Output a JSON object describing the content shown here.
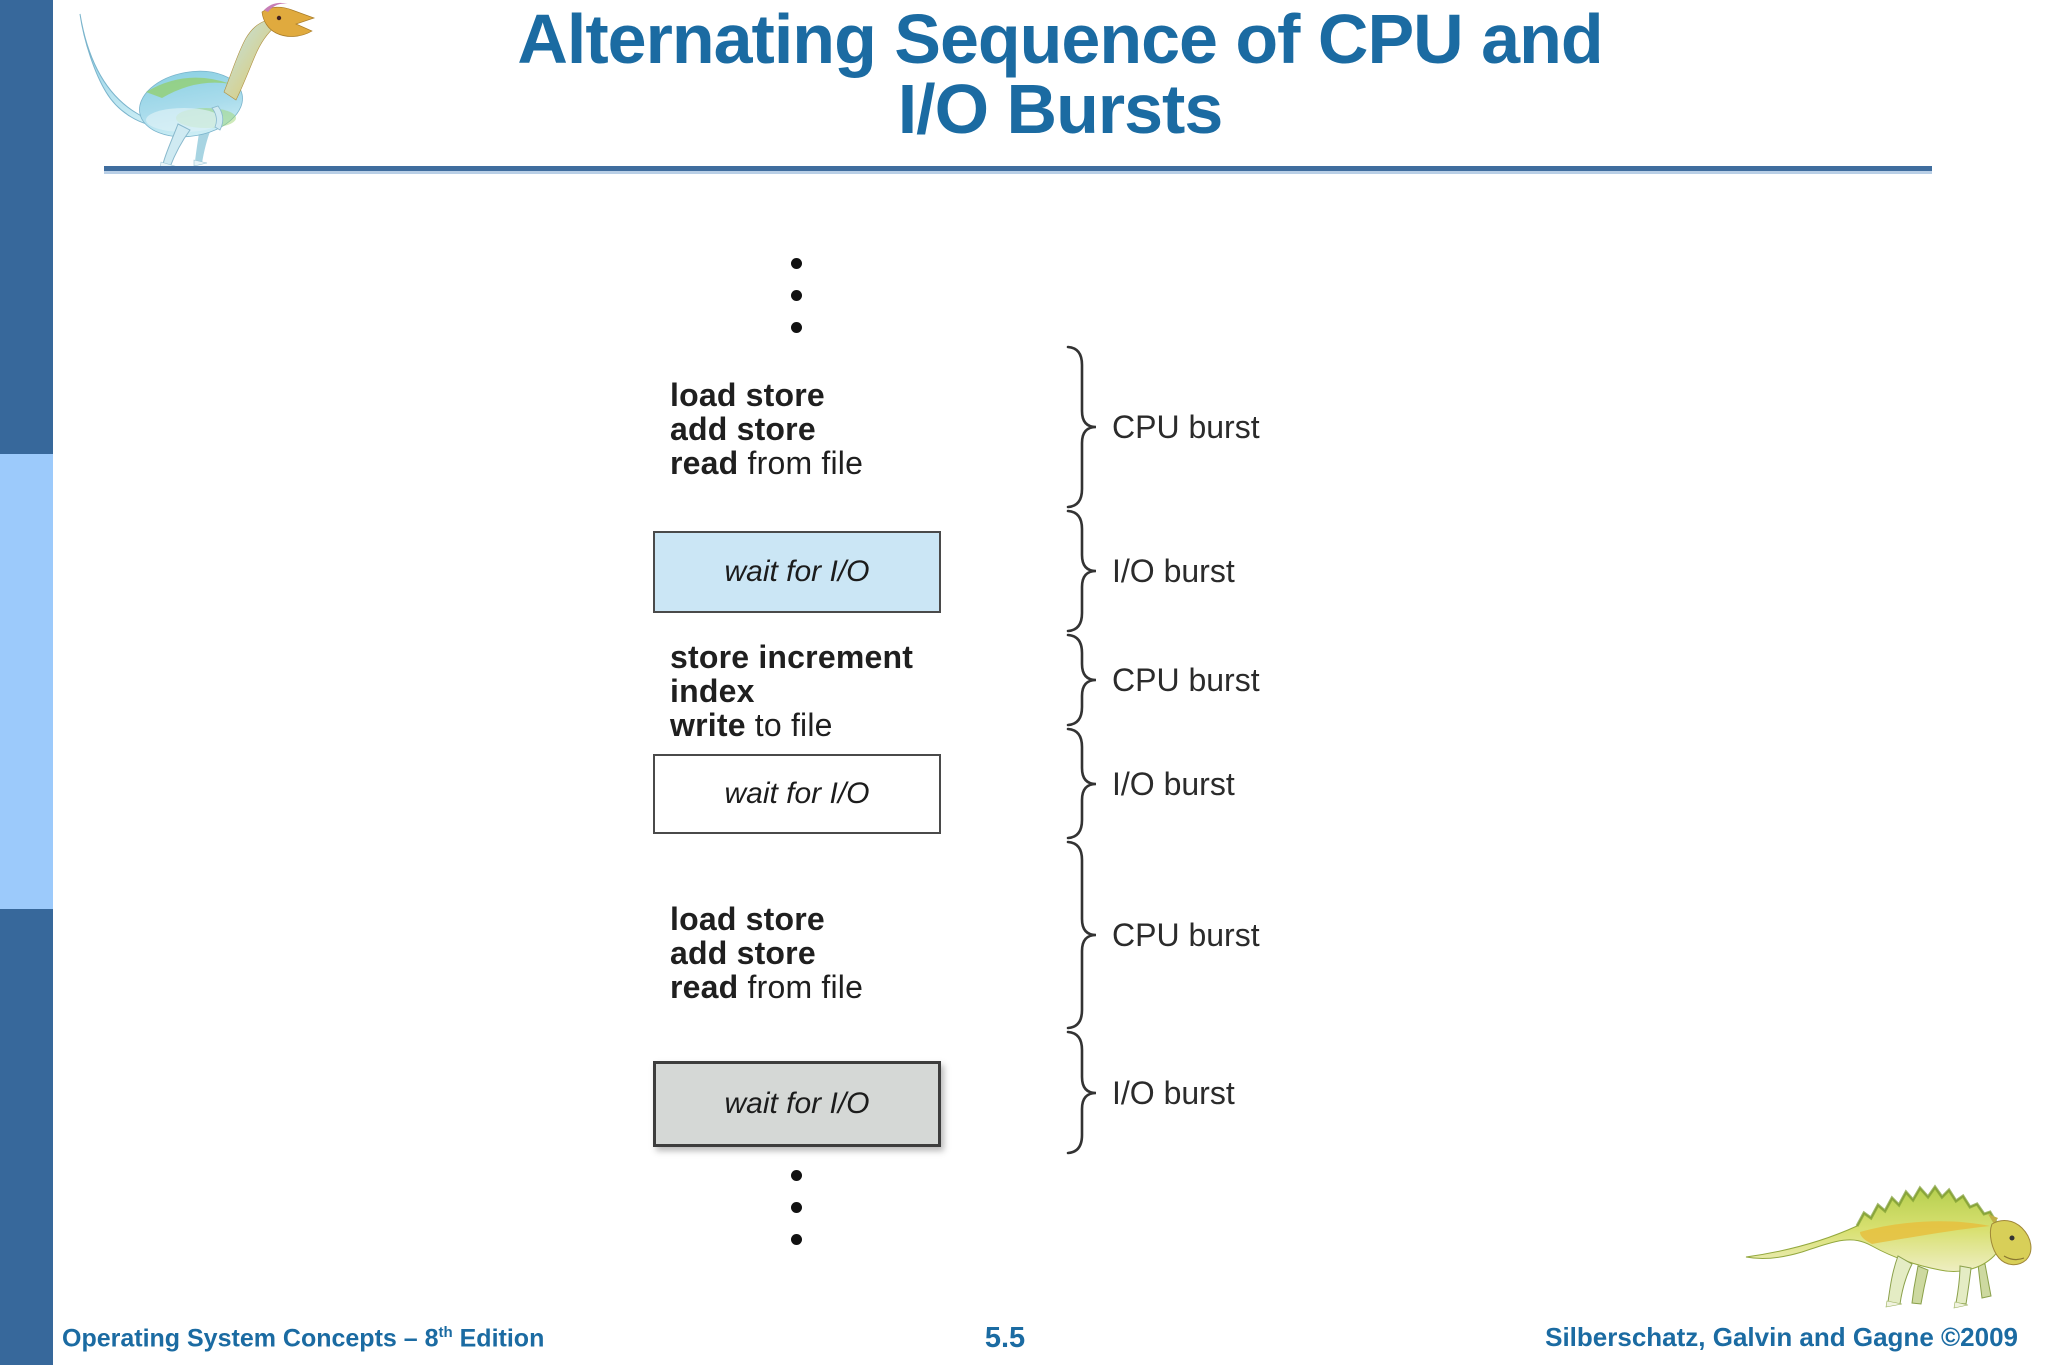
{
  "slide": {
    "title_line1": "Alternating Sequence of CPU and",
    "title_line2": "I/O Bursts",
    "footer": {
      "book": "Operating System Concepts – 8",
      "edition_sup": "th",
      "edition_rest": " Edition",
      "page": "5.5",
      "authors": "Silberschatz, Galvin and Gagne ©2009"
    }
  },
  "diagram": {
    "code_blocks": [
      {
        "l1": "load store",
        "l2": "add store",
        "l3_bold": "read",
        "l3_rest": " from file"
      },
      {
        "l1": "store increment",
        "l2": "index",
        "l3_bold": "write",
        "l3_rest": " to file"
      },
      {
        "l1": "load store",
        "l2": "add store",
        "l3_bold": "read",
        "l3_rest": " from file"
      }
    ],
    "wait_boxes": [
      {
        "label": "wait for I/O",
        "fill": "#cbe6f5"
      },
      {
        "label": "wait for I/O",
        "fill": "#ffffff"
      },
      {
        "label": "wait for I/O",
        "fill": "#d5d8d6"
      }
    ],
    "burst_labels": [
      "CPU burst",
      "I/O burst",
      "CPU burst",
      "I/O burst",
      "CPU burst",
      "I/O burst"
    ]
  },
  "colors": {
    "title_blue": "#1b6ba2",
    "sidebar_dark": "#37689b",
    "sidebar_light": "#9ccafb",
    "rule_blue": "#3f6d9e",
    "box_border": "#4a4a4a",
    "brace": "#333333",
    "diagram_text": "#1f1f1f"
  }
}
